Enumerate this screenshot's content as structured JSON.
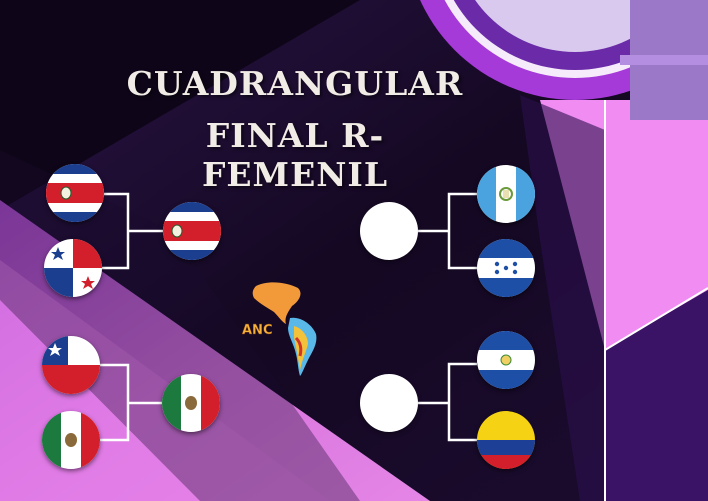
{
  "title": {
    "line1": "CUADRANGULAR",
    "line2": "FINAL R-FEMENIL"
  },
  "logo": {
    "text": "ANC"
  },
  "colors": {
    "background_dark": "#1a0b2e",
    "magenta": "#e070e8",
    "purple": "#8a3fc8",
    "lines": "#ffffff",
    "title": "#f2ece6"
  },
  "bracket": {
    "left_semifinal_1": {
      "team_a": "costa-rica-flag",
      "team_b": "panama-flag",
      "winner": "costa-rica-flag"
    },
    "left_semifinal_2": {
      "team_a": "chile-flag",
      "team_b": "mexico-flag",
      "winner": "mexico-flag"
    },
    "right_semifinal_1": {
      "team_a": "guatemala-flag",
      "team_b": "honduras-flag",
      "winner": ""
    },
    "right_semifinal_2": {
      "team_a": "el-salvador-flag",
      "team_b": "colombia-flag",
      "winner": ""
    }
  }
}
